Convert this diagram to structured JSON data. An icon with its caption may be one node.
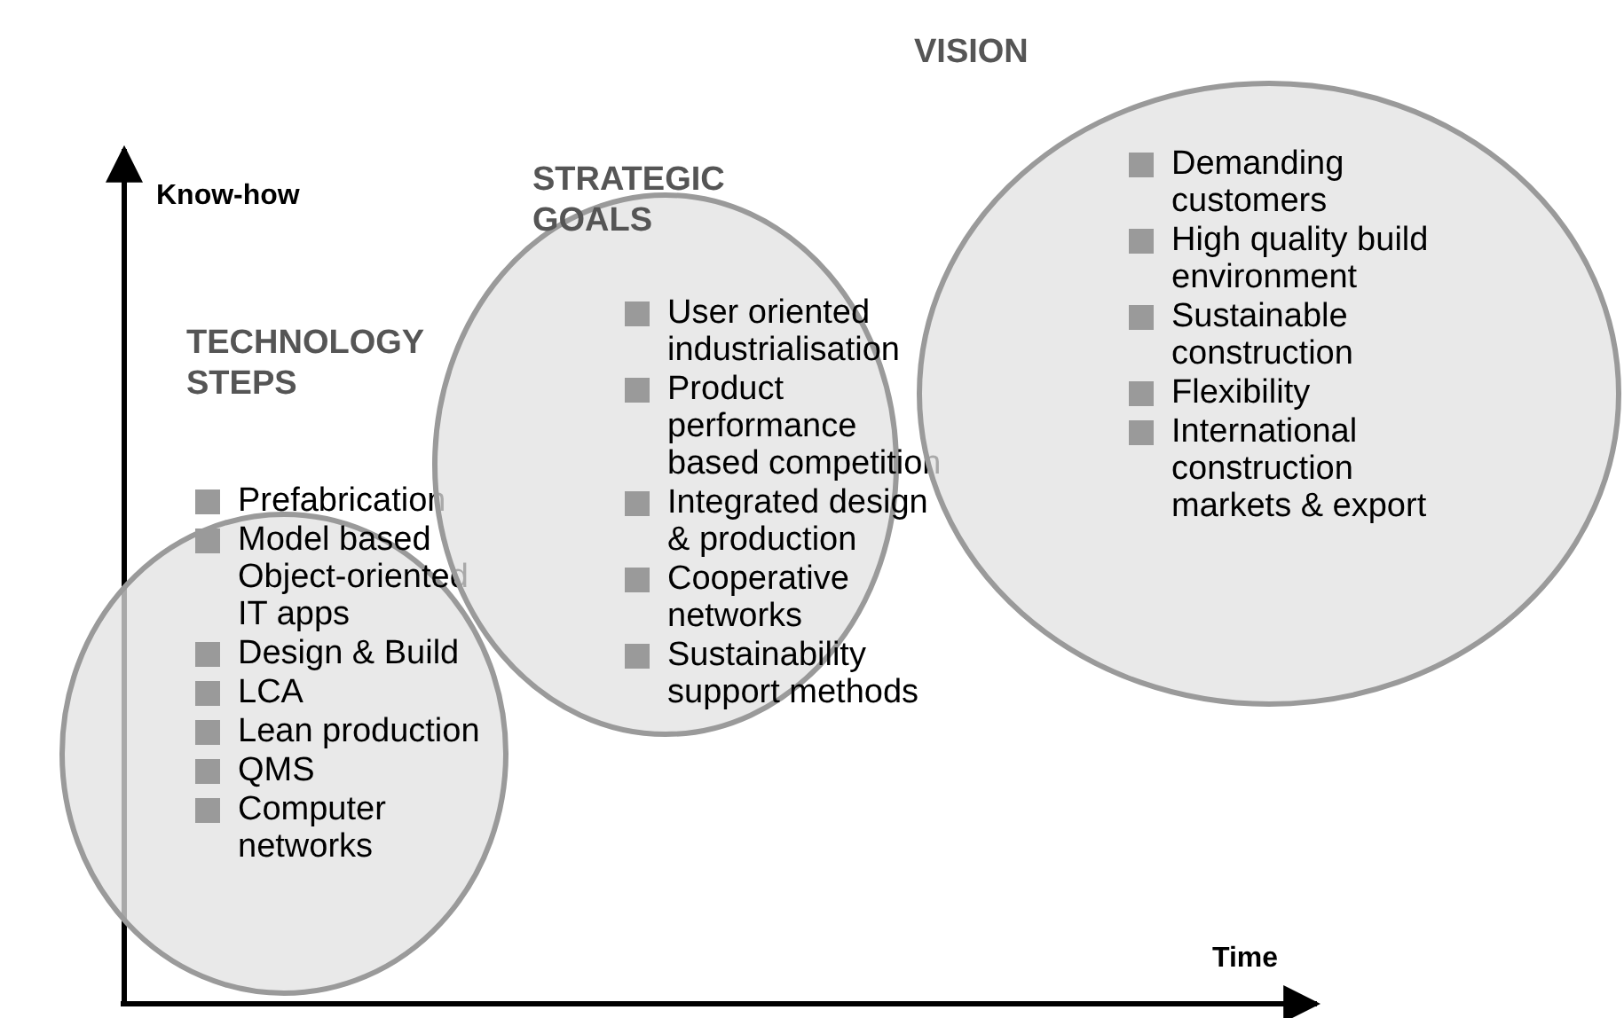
{
  "diagram": {
    "nodes": [
      {
        "text": [
          "TECHNOLOGY STEPS",
          "Prefabrication",
          "Model based Object-oriented IT apps",
          "Design & Build",
          "LCA",
          "Lean production",
          "QMS",
          "Computer networks"
        ]
      },
      {
        "text": [
          "STRATEGIC GOALS",
          "User oriented industrialisation",
          "Product performance based competition",
          "Integrated design & production",
          "Cooperative networks",
          "Sustainability support methods"
        ]
      },
      {
        "text": [
          "VISION",
          "Demanding customers",
          "High quality build environment",
          "Sustainable construction",
          "Flexibility",
          "International construction markets & export"
        ]
      }
    ],
    "edges": [],
    "labels": [
      "Know-how",
      "Time"
    ]
  }
}
